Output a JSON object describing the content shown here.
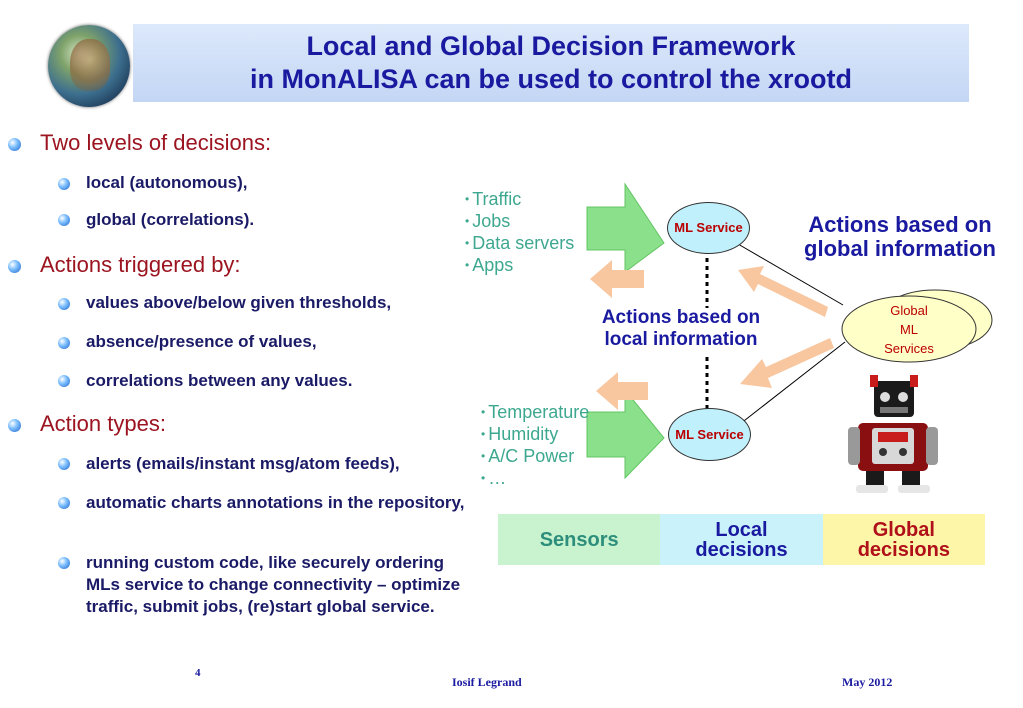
{
  "header": {
    "title_line1": "Local and Global Decision Framework",
    "title_line2": "in MonALISA can be used to control the xrootd"
  },
  "bullets": [
    {
      "text": "Two levels of decisions:",
      "sub": [
        "local (autonomous),",
        "global (correlations)."
      ]
    },
    {
      "text": "Actions triggered by:",
      "sub": [
        "values above/below given thresholds,",
        "absence/presence of values,",
        "correlations between any values."
      ]
    },
    {
      "text": "Action types:",
      "sub": [
        "alerts (emails/instant msg/atom feeds),",
        "automatic charts annotations in the repository,",
        "running custom code,  like securely ordering MLs service to change connectivity  – optimize traffic, submit jobs, (re)start global service."
      ]
    }
  ],
  "diagram": {
    "top_inputs": [
      "Traffic",
      "Jobs",
      "Data servers",
      "Apps"
    ],
    "bottom_inputs": [
      "Temperature",
      "Humidity",
      "A/C Power",
      "…"
    ],
    "ml_service_top": "ML Service",
    "ml_service_bottom": "ML Service",
    "global_ml_line1": "Global",
    "global_ml_line2": "ML",
    "global_ml_line3": "Services",
    "global_actions_line1": "Actions based on",
    "global_actions_line2": "global information",
    "local_actions_line1": "Actions based on",
    "local_actions_line2": "local information"
  },
  "legend_table": [
    {
      "label_line1": "Sensors",
      "label_line2": "",
      "bg": "#c9f2cf",
      "color": "#2d8f7b"
    },
    {
      "label_line1": "Local",
      "label_line2": "decisions",
      "bg": "#c9f2fb",
      "color": "#1a1aa0"
    },
    {
      "label_line1": "Global",
      "label_line2": "decisions",
      "bg": "#fdf6a8",
      "color": "#b0101a"
    }
  ],
  "footer": {
    "page_number": "4",
    "author": "Iosif Legrand",
    "date": "May  2012"
  },
  "colors": {
    "title": "#1a1aa0",
    "bullet_level1": "#9b1420",
    "bullet_level2": "#1a1a66",
    "green_arrow": "#7de07d",
    "orange_arrow": "#f8c7a0"
  }
}
